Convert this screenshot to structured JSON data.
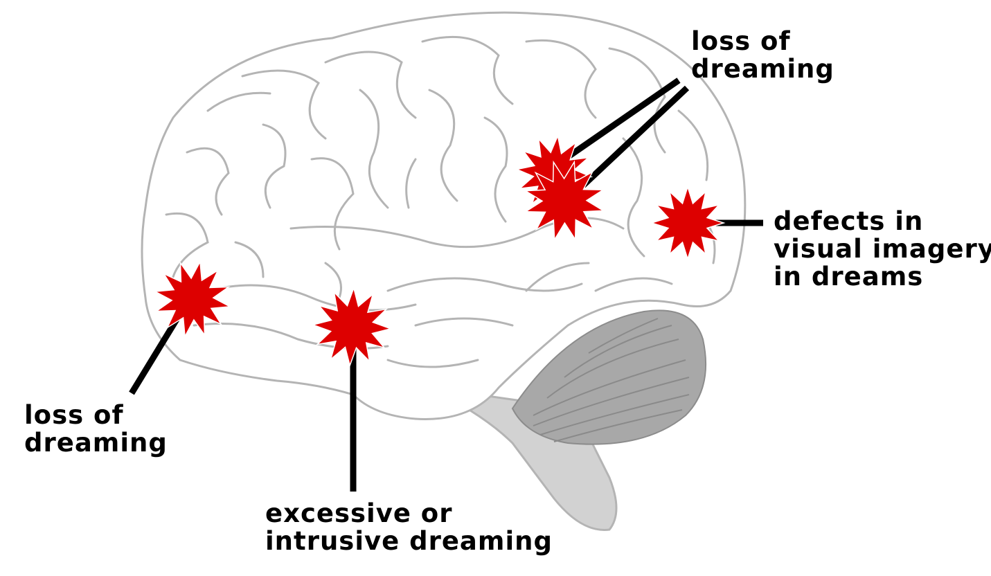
{
  "annotations": {
    "top_right": {
      "line1": "loss of",
      "line2": "dreaming"
    },
    "right": {
      "line1": "defects in",
      "line2": "visual imagery",
      "line3": "in dreams"
    },
    "left": {
      "line1": "loss of",
      "line2": "dreaming"
    },
    "bottom": {
      "line1": "excessive or",
      "line2": "intrusive dreaming"
    }
  },
  "colors": {
    "lesion": "#dd0000",
    "brain_outline": "#b4b4b4",
    "brain_fill": "#ffffff",
    "cerebellum": "#a8a8a8",
    "brainstem": "#d2d2d2",
    "leader_line": "#000000"
  }
}
